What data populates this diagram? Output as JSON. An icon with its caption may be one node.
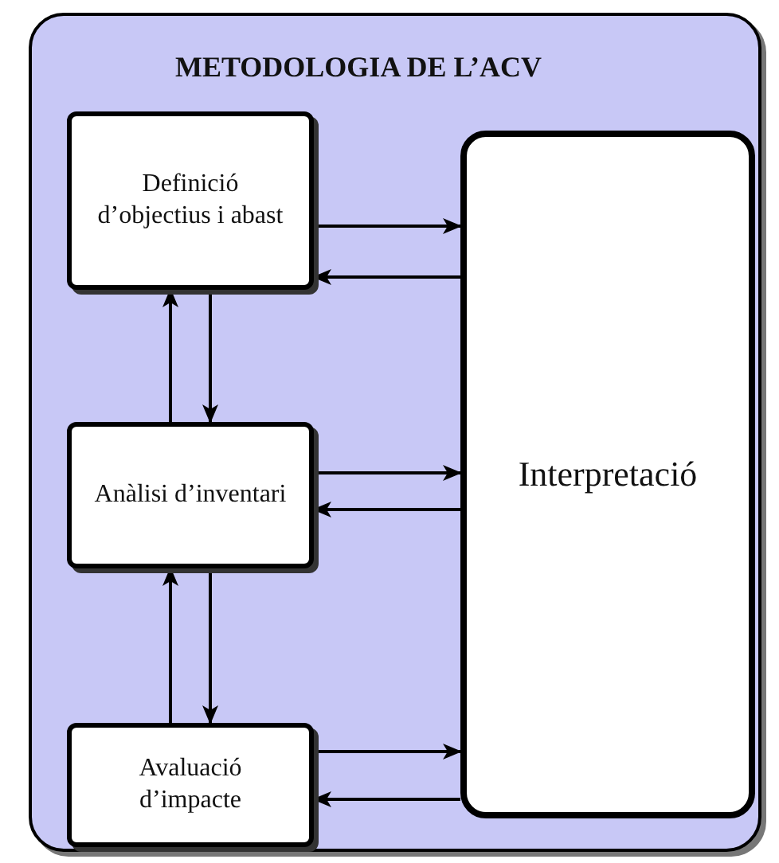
{
  "diagram": {
    "nodes": [
      {
        "text": [
          "METODOLOGIA DE L’ACV"
        ]
      },
      {
        "text": [
          "Definició d’objectius i abast"
        ],
        "in": 0
      },
      {
        "text": [
          "Anàlisi d’inventari"
        ],
        "in": 0
      },
      {
        "text": [
          "Avaluació d’impacte"
        ],
        "in": 0
      },
      {
        "text": [
          "Interpretació"
        ],
        "in": 0
      }
    ],
    "edges": [
      {
        "from": 1,
        "to": 4,
        "arrow": "to"
      },
      {
        "from": 4,
        "to": 1,
        "arrow": "to"
      },
      {
        "from": 2,
        "to": 1,
        "arrow": "to"
      },
      {
        "from": 1,
        "to": 2,
        "arrow": "to"
      },
      {
        "from": 2,
        "to": 4,
        "arrow": "to"
      },
      {
        "from": 4,
        "to": 2,
        "arrow": "to"
      },
      {
        "from": 3,
        "to": 2,
        "arrow": "to"
      },
      {
        "from": 2,
        "to": 3,
        "arrow": "to"
      },
      {
        "from": 3,
        "to": 4,
        "arrow": "to"
      },
      {
        "from": 4,
        "to": 3,
        "arrow": "to"
      }
    ]
  }
}
